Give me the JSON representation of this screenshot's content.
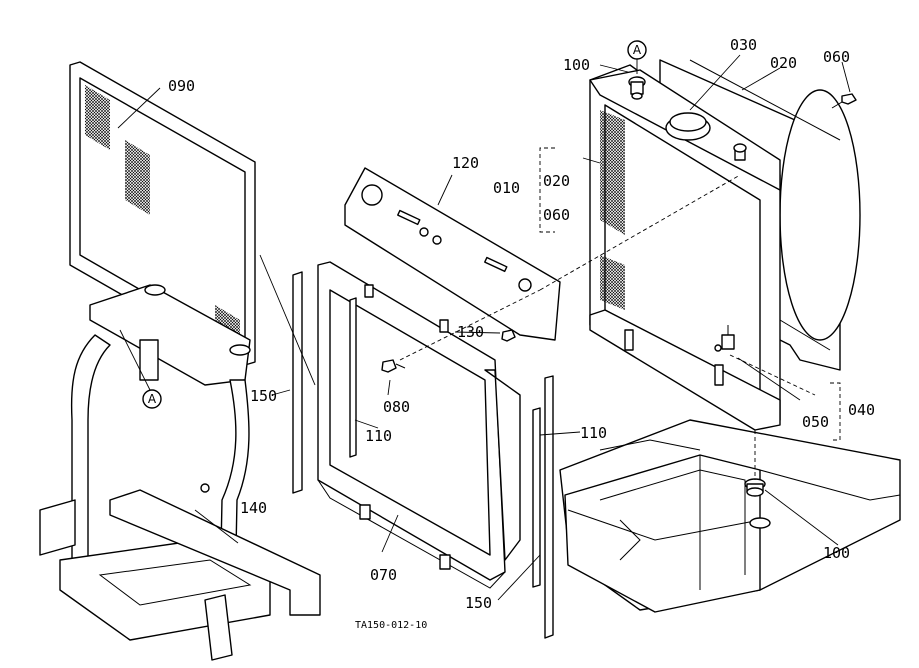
{
  "labels": {
    "p010": "010",
    "p020_top": "020",
    "p020_brace": "020",
    "p030": "030",
    "p040": "040",
    "p050": "050",
    "p060_top": "060",
    "p060_brace": "060",
    "p070": "070",
    "p080": "080",
    "p090": "090",
    "p100_top": "100",
    "p100_bottom": "100",
    "p110_left": "110",
    "p110_right": "110",
    "p120": "120",
    "p130": "130",
    "p140": "140",
    "p150_left": "150",
    "p150_bottom": "150",
    "ref_a_top": "A",
    "ref_a_left": "A"
  },
  "drawing_code": "TA150-012-10"
}
